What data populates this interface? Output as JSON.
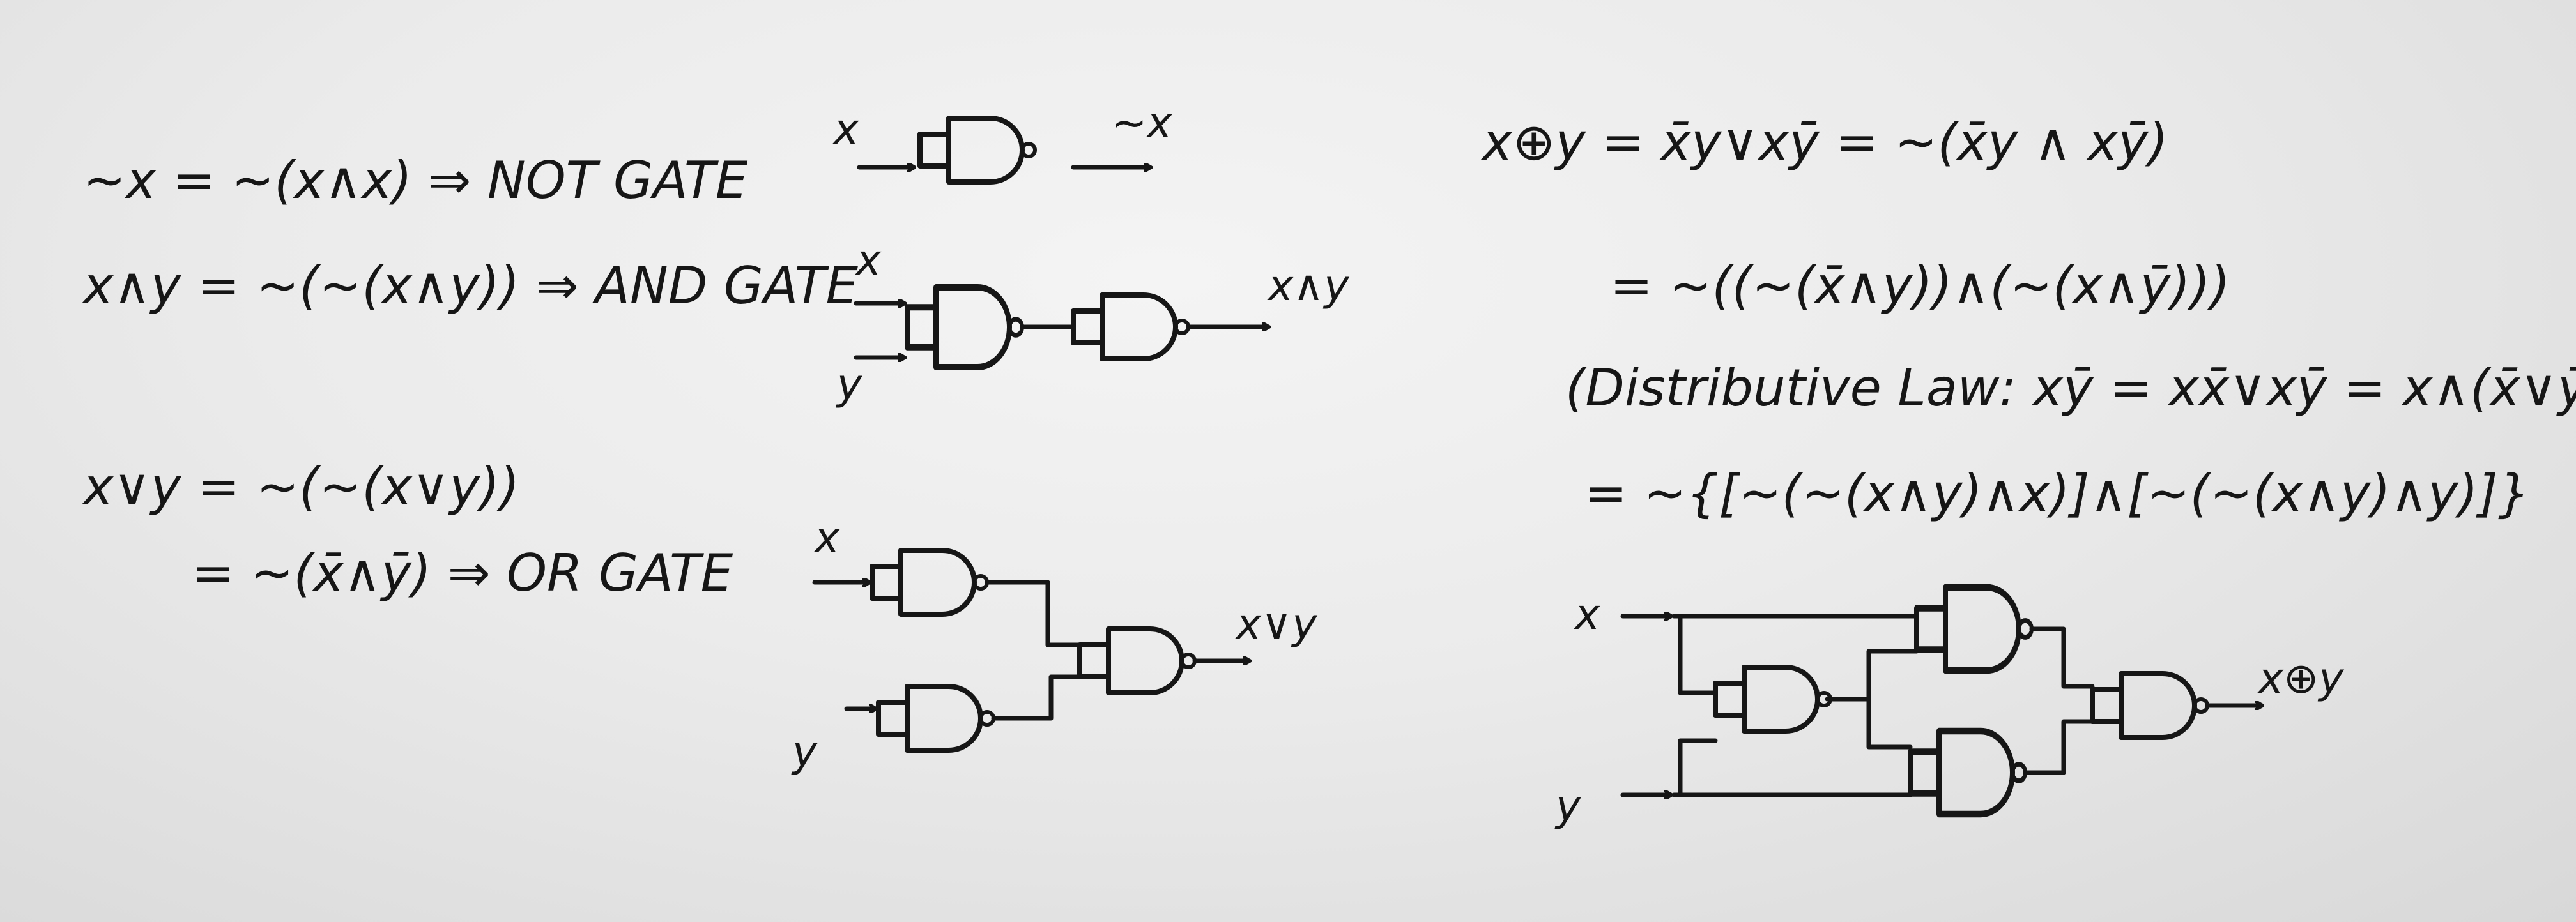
{
  "equations": {
    "not": "~x = ~(x∧x) ⇒ NOT GATE",
    "and": "x∧y = ~(~(x∧y)) ⇒ AND GATE",
    "or_line1": "x∨y = ~(~(x∨y))",
    "or_line2": "= ~(x̄∧ȳ) ⇒ OR GATE",
    "xor_line1": "x⊕y = x̄y∨xȳ = ~(x̄y ∧ xȳ)",
    "xor_line2": "= ~((~(x̄∧y))∧(~(x∧ȳ)))",
    "xor_line3": "(Distributive Law: xȳ = xx̄∨xȳ = x∧(x̄∨ȳ))",
    "xor_line4": "= ~{[~(~(x∧y)∧x)]∧[~(~(x∧y)∧y)]}"
  },
  "labels": {
    "not_in": "x",
    "not_out": "~x",
    "and_in_x": "x",
    "and_in_y": "y",
    "and_out": "x∧y",
    "or_in_x": "x",
    "or_in_y": "y",
    "or_out": "x∨y",
    "xor_in_x": "x",
    "xor_in_y": "y",
    "xor_out": "x⊕y"
  },
  "colors": {
    "ink": "#161616",
    "paper": "#eeeeee"
  }
}
